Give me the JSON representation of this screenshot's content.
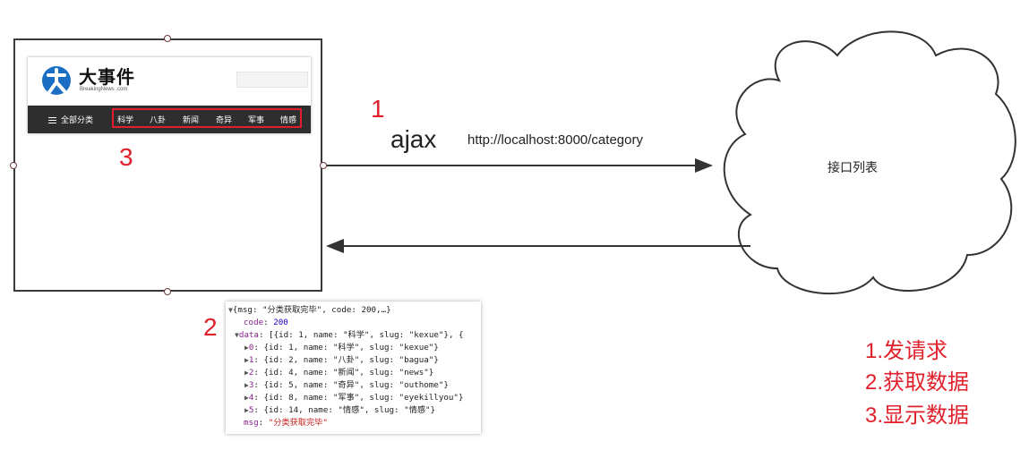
{
  "site": {
    "logo_text": "大事件",
    "logo_sub": "BreakingNews .com",
    "all_categories_label": "全部分类",
    "categories": [
      "科学",
      "八卦",
      "新闻",
      "奇异",
      "军事",
      "情感"
    ]
  },
  "annotations": {
    "step1": "1",
    "step2": "2",
    "step3": "3"
  },
  "request": {
    "method_label": "ajax",
    "url": "http://localhost:8000/category"
  },
  "cloud": {
    "label": "接口列表"
  },
  "json_response": {
    "line0": "{msg: \"分类获取完毕\", code: 200,…}",
    "code_key": "code",
    "code_value": "200",
    "data_key": "data",
    "data_summary": "[{id: 1, name: \"科学\", slug: \"kexue\"}, {",
    "items": [
      {
        "index": "0",
        "text": "{id: 1, name: \"科学\", slug: \"kexue\"}"
      },
      {
        "index": "1",
        "text": "{id: 2, name: \"八卦\", slug: \"bagua\"}"
      },
      {
        "index": "2",
        "text": "{id: 4, name: \"新闻\", slug: \"news\"}"
      },
      {
        "index": "3",
        "text": "{id: 5, name: \"奇异\", slug: \"outhome\"}"
      },
      {
        "index": "4",
        "text": "{id: 8, name: \"军事\", slug: \"eyekillyou\"}"
      },
      {
        "index": "5",
        "text": "{id: 14, name: \"情感\", slug: \"情感\"}"
      }
    ],
    "msg_key": "msg",
    "msg_value": "\"分类获取完毕\""
  },
  "steps": [
    "1.发请求",
    "2.获取数据",
    "3.显示数据"
  ],
  "colors": {
    "accent_red": "#e0202a",
    "logo_blue": "#1a6fc4",
    "navbar": "#2e2e2e"
  },
  "icons": [
    "logo-icon",
    "menu-bars-icon",
    "cloud-icon",
    "arrow-right-icon",
    "arrow-left-icon",
    "expand-triangle-icon"
  ]
}
